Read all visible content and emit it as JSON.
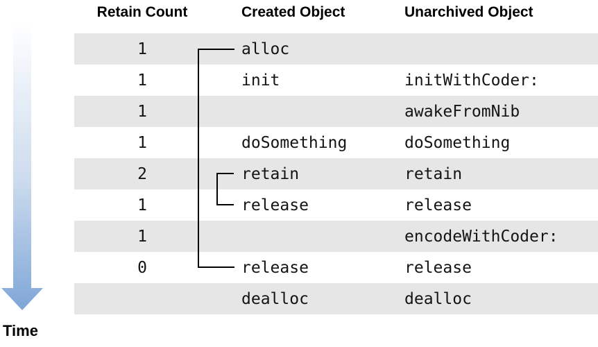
{
  "diagram": {
    "headers": {
      "retain_count": "Retain Count",
      "created": "Created Object",
      "unarchived": "Unarchived Object"
    },
    "rows": [
      {
        "retain_count": "1",
        "created": "alloc",
        "unarchived": ""
      },
      {
        "retain_count": "1",
        "created": "init",
        "unarchived": "initWithCoder:"
      },
      {
        "retain_count": "1",
        "created": "",
        "unarchived": "awakeFromNib"
      },
      {
        "retain_count": "1",
        "created": "doSomething",
        "unarchived": "doSomething"
      },
      {
        "retain_count": "2",
        "created": "retain",
        "unarchived": "retain"
      },
      {
        "retain_count": "1",
        "created": "release",
        "unarchived": "release"
      },
      {
        "retain_count": "1",
        "created": "",
        "unarchived": "encodeWithCoder:"
      },
      {
        "retain_count": "0",
        "created": "release",
        "unarchived": "release"
      },
      {
        "retain_count": "",
        "created": "dealloc",
        "unarchived": "dealloc"
      }
    ],
    "time_label": "Time",
    "colors": {
      "row_stripe": "#e6e6e6",
      "arrow_top": "#ffffff",
      "arrow_bottom": "#7fa6d7",
      "line": "#000000",
      "text": "#141414"
    }
  }
}
